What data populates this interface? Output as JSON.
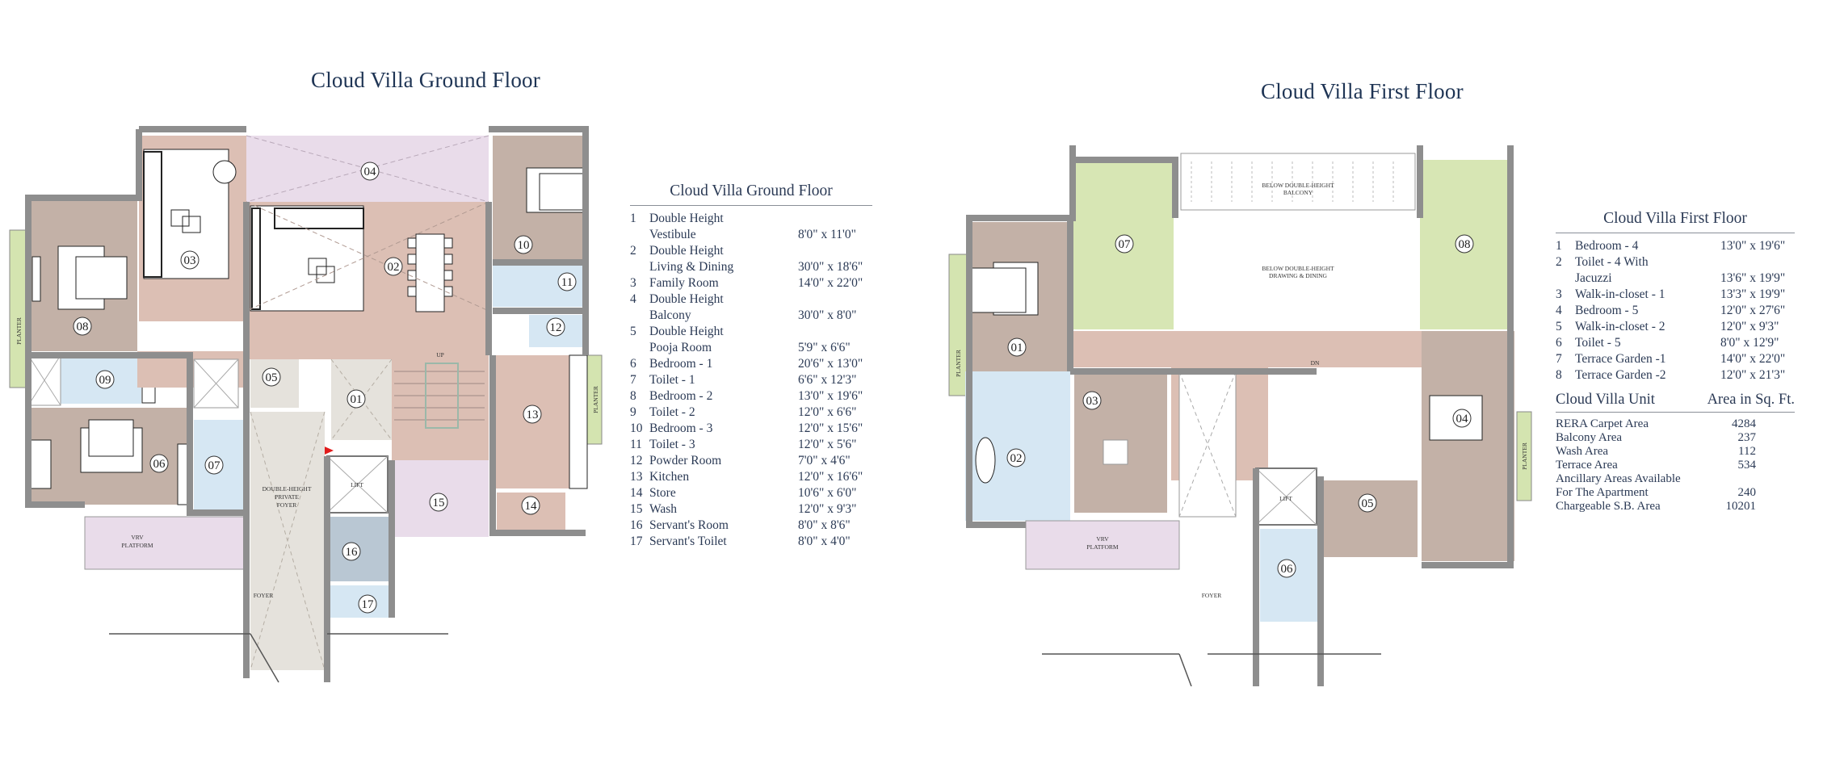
{
  "ground_floor": {
    "title": "Cloud Villa Ground Floor",
    "legend_title": "Cloud Villa Ground Floor",
    "rooms": [
      {
        "no": "1",
        "name": "Double Height",
        "name2": "Vestibule",
        "dim": "8'0\" x 11'0\""
      },
      {
        "no": "2",
        "name": "Double Height",
        "name2": "Living & Dining",
        "dim": "30'0\" x 18'6\""
      },
      {
        "no": "3",
        "name": "Family Room",
        "name2": "",
        "dim": "14'0\" x 22'0\""
      },
      {
        "no": "4",
        "name": "Double Height",
        "name2": "Balcony",
        "dim": "30'0\" x 8'0\""
      },
      {
        "no": "5",
        "name": "Double Height",
        "name2": "Pooja Room",
        "dim": "5'9\" x 6'6\""
      },
      {
        "no": "6",
        "name": "Bedroom - 1",
        "name2": "",
        "dim": "20'6\" x 13'0\""
      },
      {
        "no": "7",
        "name": "Toilet - 1",
        "name2": "",
        "dim": "6'6\" x 12'3\""
      },
      {
        "no": "8",
        "name": "Bedroom - 2",
        "name2": "",
        "dim": "13'0\" x 19'6\""
      },
      {
        "no": "9",
        "name": "Toilet - 2",
        "name2": "",
        "dim": "12'0\" x 6'6\""
      },
      {
        "no": "10",
        "name": "Bedroom - 3",
        "name2": "",
        "dim": "12'0\" x 15'6\""
      },
      {
        "no": "11",
        "name": "Toilet - 3",
        "name2": "",
        "dim": "12'0\" x 5'6\""
      },
      {
        "no": "12",
        "name": "Powder Room",
        "name2": "",
        "dim": "7'0\" x 4'6\""
      },
      {
        "no": "13",
        "name": "Kitchen",
        "name2": "",
        "dim": "12'0\" x 16'6\""
      },
      {
        "no": "14",
        "name": "Store",
        "name2": "",
        "dim": "10'6\" x 6'0\""
      },
      {
        "no": "15",
        "name": "Wash",
        "name2": "",
        "dim": "12'0\" x 9'3\""
      },
      {
        "no": "16",
        "name": "Servant's Room",
        "name2": "",
        "dim": "8'0\" x 8'6\""
      },
      {
        "no": "17",
        "name": "Servant's Toilet",
        "name2": "",
        "dim": "8'0\" x 4'0\""
      }
    ],
    "plan_labels": {
      "planter_left": "PLANTER",
      "planter_right": "PLANTER",
      "vrv": "VRV",
      "platform": "PLATFORM",
      "foyer_private_1": "DOUBLE-HEIGHT",
      "foyer_private_2": "PRIVATE",
      "foyer_private_3": "FOYER",
      "lift": "LIFT",
      "foyer": "FOYER",
      "up": "UP",
      "tags": [
        "01",
        "02",
        "03",
        "04",
        "05",
        "06",
        "07",
        "08",
        "09",
        "10",
        "11",
        "12",
        "13",
        "14",
        "15",
        "16",
        "17"
      ]
    }
  },
  "first_floor": {
    "title": "Cloud Villa First Floor",
    "legend_title": "Cloud Villa First Floor",
    "rooms": [
      {
        "no": "1",
        "name": "Bedroom - 4",
        "name2": "",
        "dim": "13'0\" x 19'6\""
      },
      {
        "no": "2",
        "name": "Toilet - 4 With",
        "name2": "Jacuzzi",
        "dim": "13'6\" x 19'9\""
      },
      {
        "no": "3",
        "name": "Walk-in-closet - 1",
        "name2": "",
        "dim": "13'3\" x 19'9\""
      },
      {
        "no": "4",
        "name": "Bedroom - 5",
        "name2": "",
        "dim": "12'0\" x 27'6\""
      },
      {
        "no": "5",
        "name": "Walk-in-closet - 2",
        "name2": "",
        "dim": "12'0\" x 9'3\""
      },
      {
        "no": "6",
        "name": "Toilet - 5",
        "name2": "",
        "dim": "8'0\" x 12'9\""
      },
      {
        "no": "7",
        "name": "Terrace Garden -1",
        "name2": "",
        "dim": "14'0\" x 22'0\""
      },
      {
        "no": "8",
        "name": "Terrace Garden -2",
        "name2": "",
        "dim": "12'0\" x 21'3\""
      }
    ],
    "plan_labels": {
      "balcony_1": "BELOW DOUBLE-HEIGHT",
      "balcony_2": "BALCONY",
      "drawing_1": "BELOW DOUBLE-HEIGHT",
      "drawing_2": "DRAWING & DINING",
      "planter_left": "PLANTER",
      "planter_right": "PLANTER",
      "vrv": "VRV",
      "platform": "PLATFORM",
      "lift": "LIFT",
      "foyer": "FOYER",
      "dn": "DN",
      "tags": [
        "01",
        "02",
        "03",
        "04",
        "05",
        "06",
        "07",
        "08"
      ]
    }
  },
  "unit_area": {
    "header_left": "Cloud Villa Unit",
    "header_right": "Area in Sq. Ft.",
    "rows": [
      {
        "name": "RERA Carpet Area",
        "name2": "",
        "value": "4284"
      },
      {
        "name": "Balcony Area",
        "name2": "",
        "value": "237"
      },
      {
        "name": "Wash Area",
        "name2": "",
        "value": "112"
      },
      {
        "name": "Terrace Area",
        "name2": "",
        "value": "534"
      },
      {
        "name": "Ancillary Areas Available",
        "name2": "For The Apartment",
        "value": "240"
      },
      {
        "name": "Chargeable S.B. Area",
        "name2": "",
        "value": "10201"
      }
    ]
  },
  "colors": {
    "wall": "#8e8e8e",
    "living": "#dcbfb4",
    "bedroom": "#c3b1a7",
    "toilet": "#d6e7f3",
    "balcony": "#e9dcea",
    "terrace": "#d7e6b4",
    "planter": "#d4e4b0",
    "foyer": "#e5e2dc",
    "heading": "#1e3454",
    "entry_arrow": "#e11b1b"
  }
}
